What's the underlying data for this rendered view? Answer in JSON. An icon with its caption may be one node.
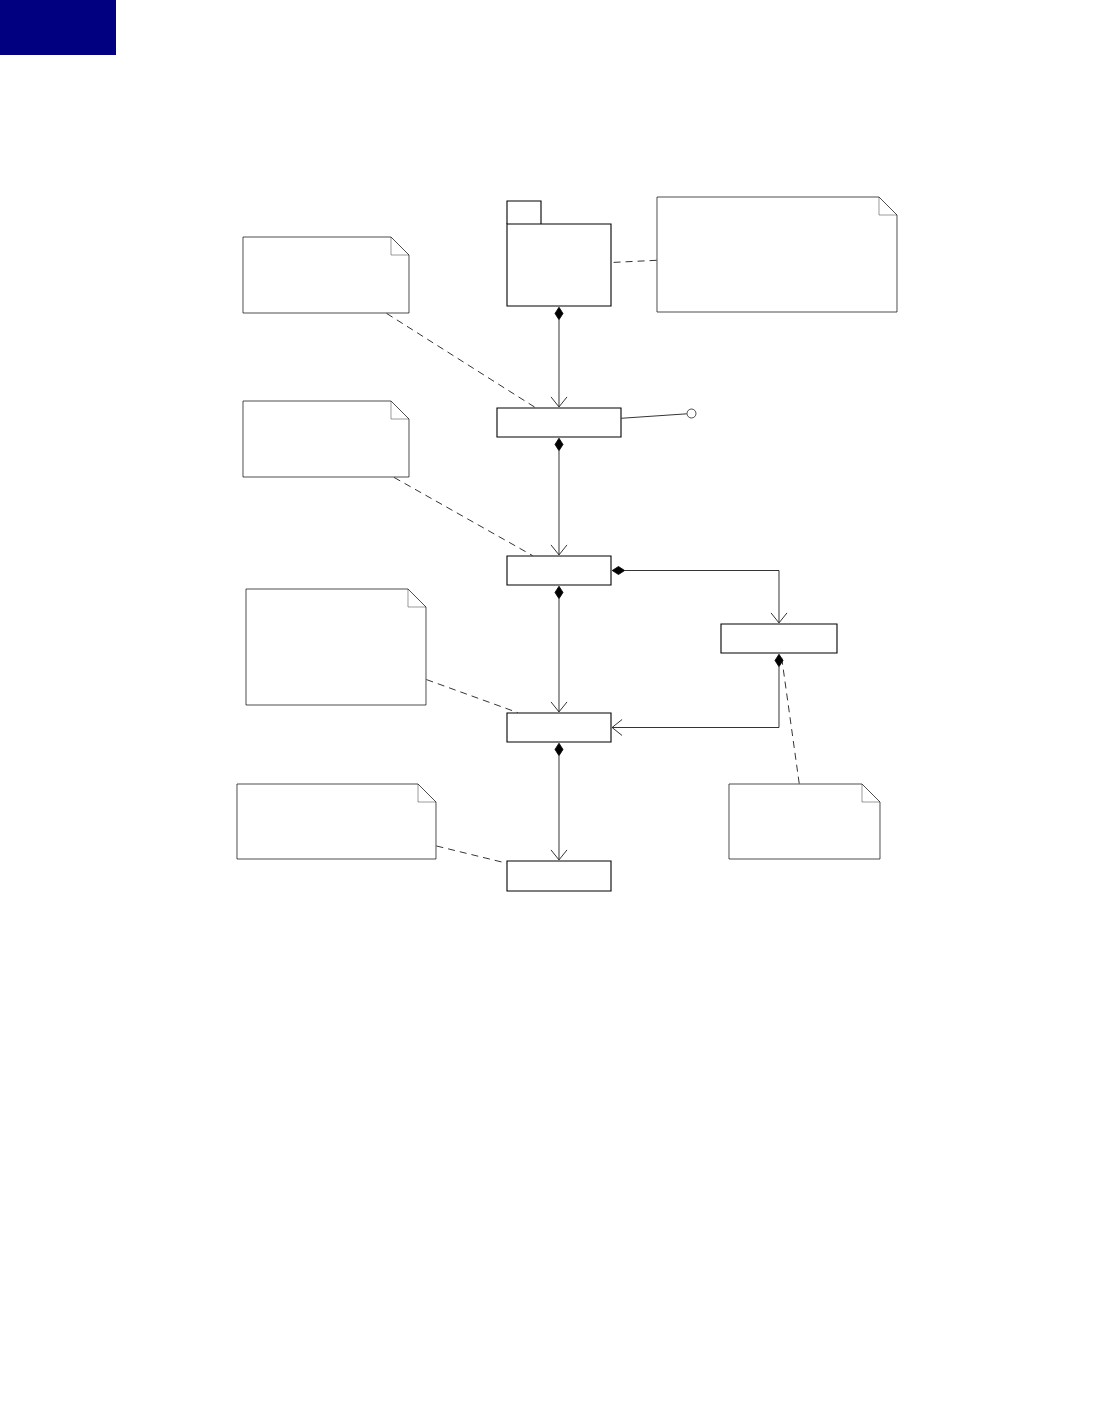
{
  "diagram": {
    "nodes": [
      {
        "text": [],
        "shape": "folder"
      },
      {
        "text": [],
        "shape": "note"
      },
      {
        "text": [],
        "shape": "note"
      },
      {
        "text": [],
        "shape": "box"
      },
      {
        "text": [],
        "shape": "circle"
      },
      {
        "text": [],
        "shape": "note"
      },
      {
        "text": [],
        "shape": "box"
      },
      {
        "text": [],
        "shape": "note"
      },
      {
        "text": [],
        "shape": "box"
      },
      {
        "text": [],
        "shape": "box"
      },
      {
        "text": [],
        "shape": "note"
      },
      {
        "text": [],
        "shape": "note"
      },
      {
        "text": [],
        "shape": "box"
      }
    ],
    "edges": [
      {
        "from": 0,
        "to": 3,
        "arrow": "to"
      },
      {
        "from": 1,
        "to": 0,
        "arrow": "none",
        "style": "dashed"
      },
      {
        "from": 2,
        "to": 3,
        "arrow": "none",
        "style": "dashed"
      },
      {
        "from": 3,
        "to": 4,
        "arrow": "none"
      },
      {
        "from": 3,
        "to": 6,
        "arrow": "to"
      },
      {
        "from": 5,
        "to": 6,
        "arrow": "none",
        "style": "dashed"
      },
      {
        "from": 6,
        "to": 8,
        "arrow": "to"
      },
      {
        "from": 6,
        "to": 9,
        "arrow": "to"
      },
      {
        "from": 7,
        "to": 9,
        "arrow": "none",
        "style": "dashed"
      },
      {
        "from": 8,
        "to": 9,
        "arrow": "to"
      },
      {
        "from": 9,
        "to": 12,
        "arrow": "to"
      },
      {
        "from": 10,
        "to": 12,
        "arrow": "none",
        "style": "dashed"
      },
      {
        "from": 11,
        "to": 8,
        "arrow": "none",
        "style": "dashed"
      }
    ]
  }
}
